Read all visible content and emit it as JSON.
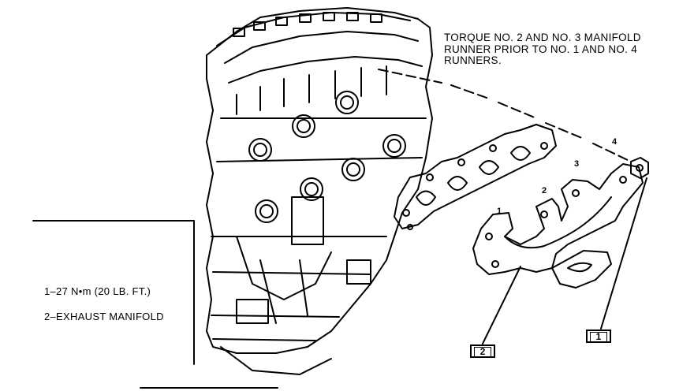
{
  "note": {
    "lines": [
      "TORQUE NO. 2 AND NO. 3 MANIFOLD",
      "RUNNER PRIOR TO NO. 1 AND NO. 4",
      "RUNNERS."
    ]
  },
  "legend": {
    "item1": "1–27 N•m (20 LB. FT.)",
    "item2": "2–EXHAUST MANIFOLD"
  },
  "callouts": {
    "c1": "1",
    "c2": "2"
  },
  "runners": {
    "r1": "1",
    "r2": "2",
    "r3": "3",
    "r4": "4"
  }
}
